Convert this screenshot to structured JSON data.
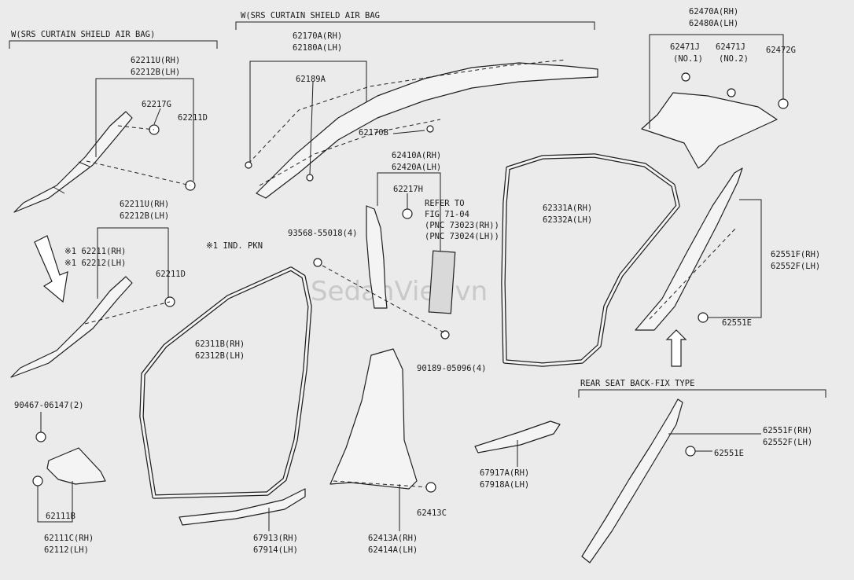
{
  "sections": {
    "srs_left": "W(SRS CURTAIN SHIELD AIR BAG)",
    "srs_top": "W(SRS CURTAIN SHIELD AIR BAG",
    "rear_seat": "REAR SEAT BACK-FIX TYPE"
  },
  "note": "※1 IND. PKN",
  "watermark": "SedanViet.vn",
  "labels": [
    "62211U(RH)",
    "62212B(LH)",
    "62217G",
    "62211D",
    "62211U(RH)",
    "62212B(LH)",
    "※1 62211(RH)",
    "※1 62212(LH)",
    "62211D",
    "62170A(RH)",
    "62180A(LH)",
    "62189A",
    "62170B",
    "62410A(RH)",
    "62420A(LH)",
    "62217H",
    "REFER TO",
    "FIG 71-04",
    "(PNC 73023(RH))",
    "(PNC 73024(LH))",
    "93568-55018(4)",
    "90189-05096(4)",
    "62470A(RH)",
    "62480A(LH)",
    "62471J",
    "(NO.1)",
    "62471J",
    "(NO.2)",
    "62472G",
    "62331A(RH)",
    "62332A(LH)",
    "62551F(RH)",
    "62552F(LH)",
    "62551E",
    "62311B(RH)",
    "62312B(LH)",
    "90467-06147(2)",
    "62111B",
    "62111C(RH)",
    "62112(LH)",
    "67913(RH)",
    "67914(LH)",
    "62413A(RH)",
    "62414A(LH)",
    "62413C",
    "67917A(RH)",
    "67918A(LH)",
    "62551F(RH)",
    "62552F(LH)",
    "62551E"
  ]
}
